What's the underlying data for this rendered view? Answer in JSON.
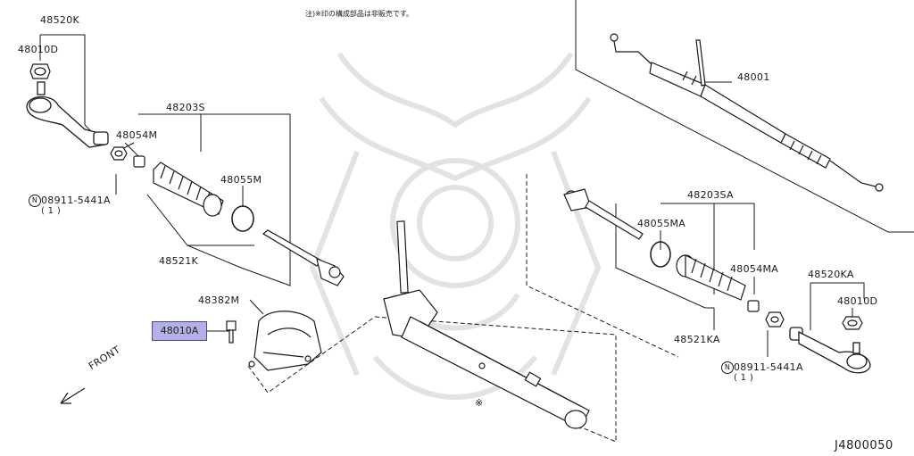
{
  "header_note": "注)※印の構成部品は非販売です。",
  "diagram_code": "J4800050",
  "front_label": "FRONT",
  "left_group": {
    "tie_rod_end": "48520K",
    "nut": "48010D",
    "boot_kit": "48203S",
    "clamp_small": "48054M",
    "clamp_large": "48055M",
    "inner_socket": "48521K",
    "nut_std_code": "08911-5441A",
    "nut_std_qty": "( 1 )"
  },
  "center_group": {
    "insulator": "48382M",
    "bolt_highlighted": "48010A",
    "assembly": "48001",
    "non_sale_mark": "※"
  },
  "right_group": {
    "boot_kit": "48203SA",
    "clamp_large": "48055MA",
    "clamp_small": "48054MA",
    "tie_rod_end": "48520KA",
    "nut": "48010D",
    "inner_socket": "48521KA",
    "nut_std_code": "08911-5441A",
    "nut_std_qty": "( 1 )"
  },
  "colors": {
    "line": "#1a1a1a",
    "highlight_fill": "#b3b0e6",
    "highlight_border": "#4b4794",
    "watermark": "#d9d9d9"
  }
}
